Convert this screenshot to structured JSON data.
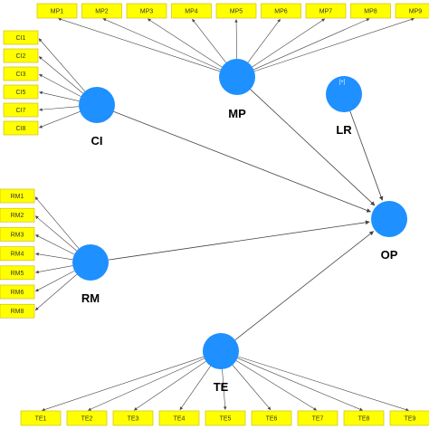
{
  "diagram": {
    "indicator_style": {
      "fill": "#ffff00",
      "stroke": "#c8b400"
    },
    "latent_style": {
      "fill": "#1e90ff"
    },
    "arrow_color": "#444444",
    "latents": [
      {
        "id": "CI",
        "label": "CI",
        "tag": ""
      },
      {
        "id": "MP",
        "label": "MP",
        "tag": ""
      },
      {
        "id": "LR",
        "label": "LR",
        "tag": "[+]"
      },
      {
        "id": "RM",
        "label": "RM",
        "tag": ""
      },
      {
        "id": "OP",
        "label": "OP",
        "tag": ""
      },
      {
        "id": "TE",
        "label": "TE",
        "tag": ""
      }
    ],
    "indicator_groups": {
      "MP": [
        "MP1",
        "MP2",
        "MP3",
        "MP4",
        "MP5",
        "MP6",
        "MP7",
        "MP8",
        "MP9"
      ],
      "CI": [
        "CI1",
        "CI2",
        "CI3",
        "CI5",
        "CI7",
        "CI8"
      ],
      "RM": [
        "RM1",
        "RM2",
        "RM3",
        "RM4",
        "RM5",
        "RM6",
        "RM8"
      ],
      "TE": [
        "TE1",
        "TE2",
        "TE3",
        "TE4",
        "TE5",
        "TE6",
        "TE7",
        "TE8",
        "TE9"
      ]
    },
    "paths": [
      {
        "from": "CI",
        "to": "OP"
      },
      {
        "from": "MP",
        "to": "OP"
      },
      {
        "from": "LR",
        "to": "OP"
      },
      {
        "from": "RM",
        "to": "OP"
      },
      {
        "from": "TE",
        "to": "OP"
      }
    ]
  }
}
